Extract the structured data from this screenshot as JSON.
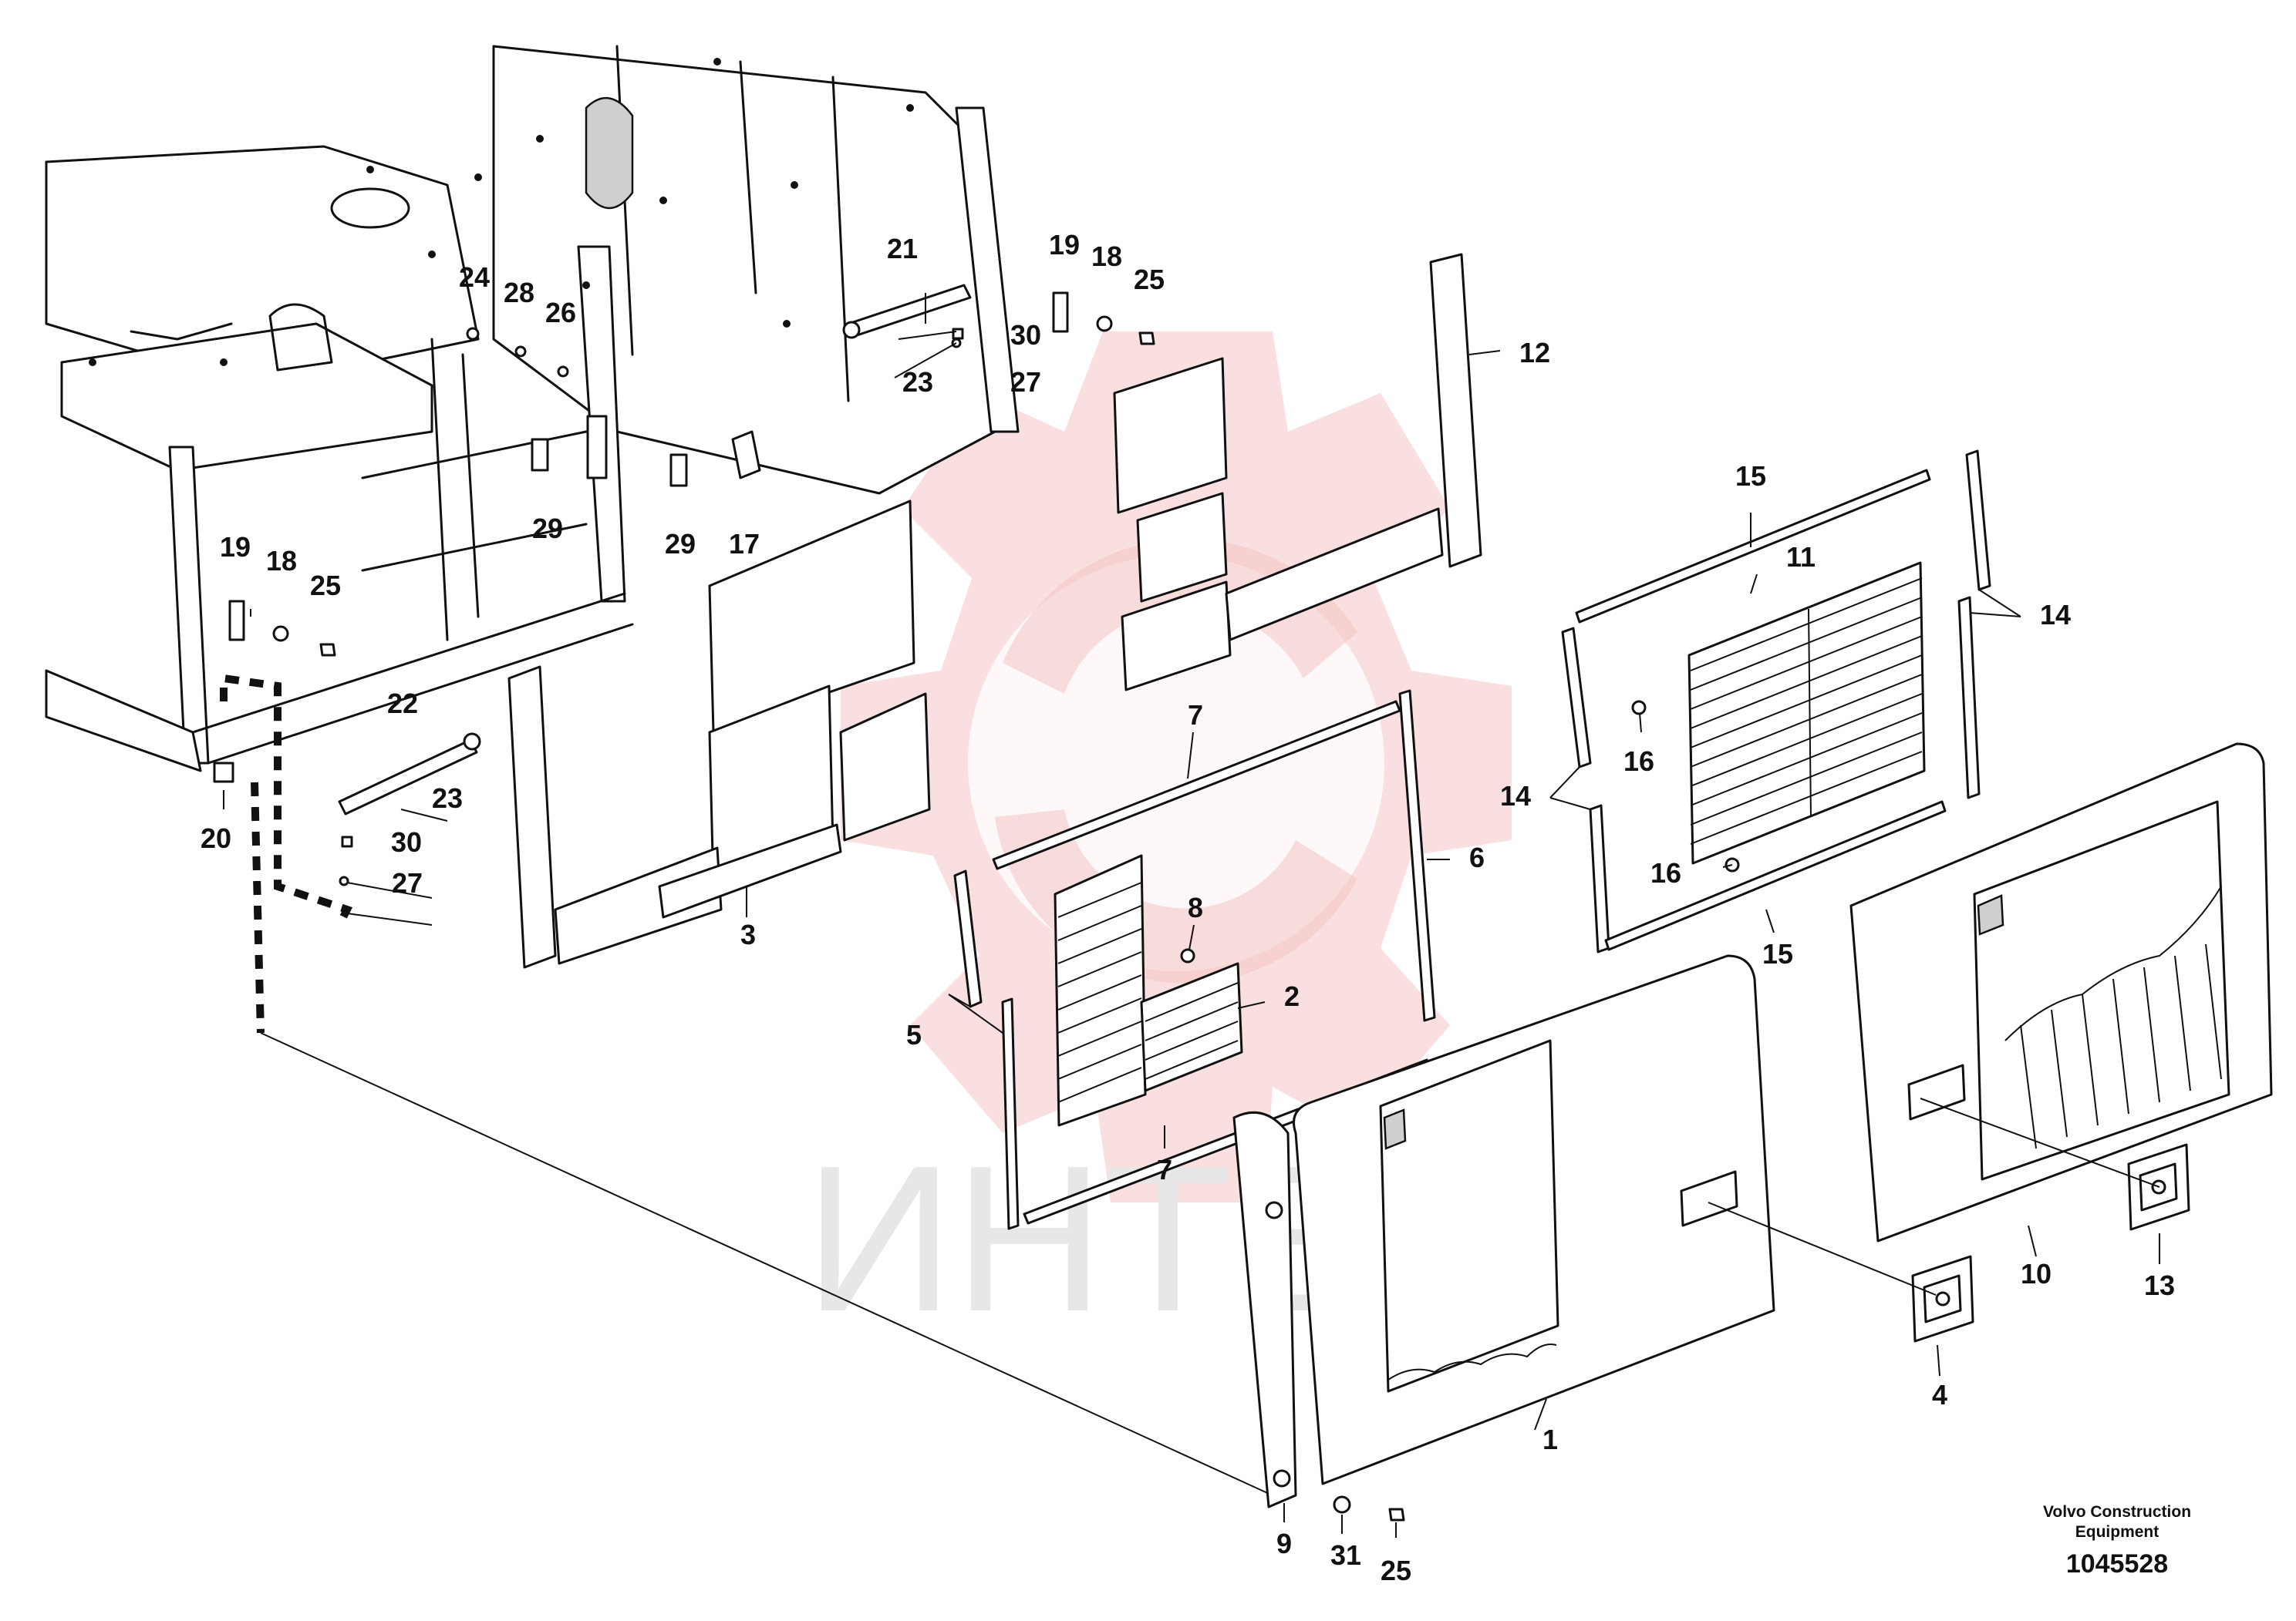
{
  "credit": {
    "line1": "Volvo Construction",
    "line2": "Equipment"
  },
  "document_number": "1045528",
  "watermark_text": "ИНТЕХ",
  "colors": {
    "line": "#111111",
    "watermark_gear": "#f3b9b9",
    "watermark_text": "#e3e3e3"
  },
  "callouts": {
    "c1": "1",
    "c2": "2",
    "c3": "3",
    "c4": "4",
    "c5": "5",
    "c6": "6",
    "c7a": "7",
    "c7b": "7",
    "c8": "8",
    "c9": "9",
    "c10": "10",
    "c11": "11",
    "c12": "12",
    "c13": "13",
    "c14a": "14",
    "c14b": "14",
    "c15a": "15",
    "c15b": "15",
    "c16a": "16",
    "c16b": "16",
    "c17": "17",
    "c18a": "18",
    "c18b": "18",
    "c19a": "19",
    "c19b": "19",
    "c20": "20",
    "c21": "21",
    "c22": "22",
    "c23a": "23",
    "c23b": "23",
    "c24": "24",
    "c25a": "25",
    "c25b": "25",
    "c25c": "25",
    "c26": "26",
    "c27a": "27",
    "c27b": "27",
    "c28": "28",
    "c29a": "29",
    "c29b": "29",
    "c30a": "30",
    "c30b": "30",
    "c31": "31"
  }
}
